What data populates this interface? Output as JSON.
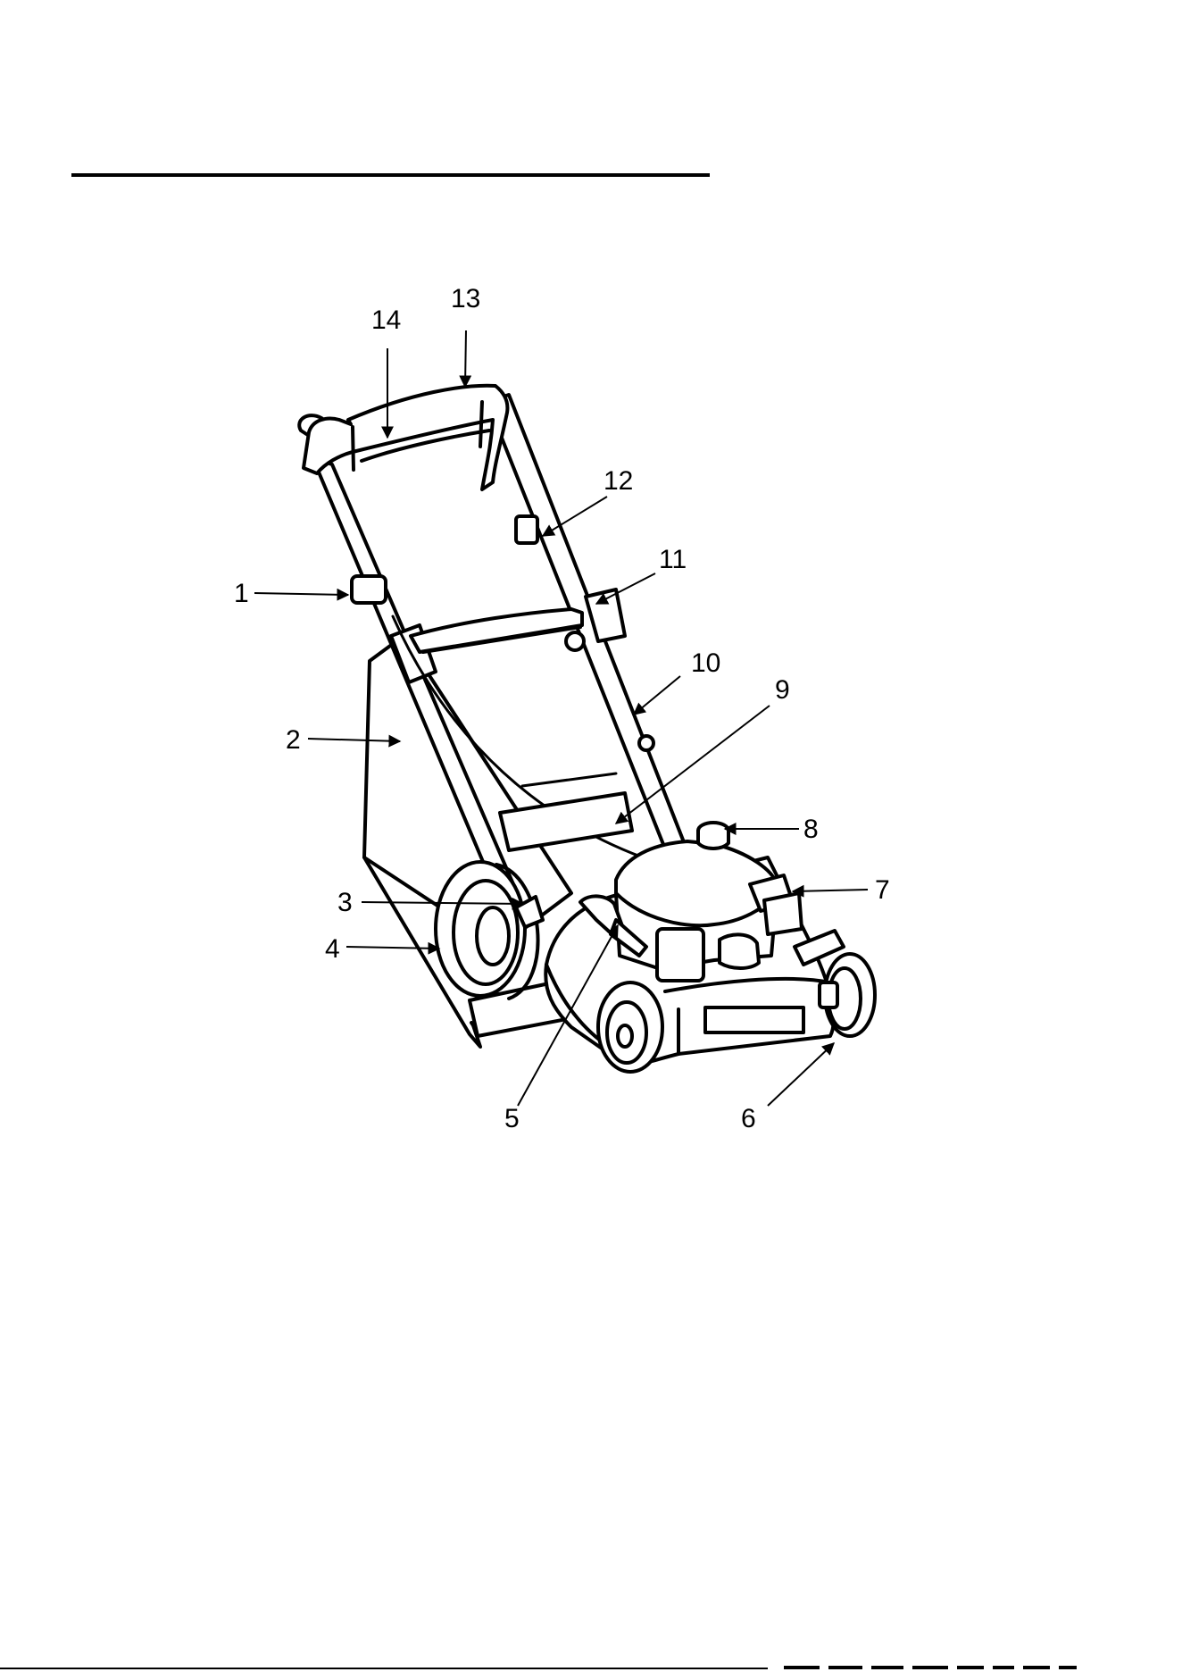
{
  "diagram": {
    "callouts": [
      {
        "id": 1,
        "label": "1"
      },
      {
        "id": 2,
        "label": "2"
      },
      {
        "id": 3,
        "label": "3"
      },
      {
        "id": 4,
        "label": "4"
      },
      {
        "id": 5,
        "label": "5"
      },
      {
        "id": 6,
        "label": "6"
      },
      {
        "id": 7,
        "label": "7"
      },
      {
        "id": 8,
        "label": "8"
      },
      {
        "id": 9,
        "label": "9"
      },
      {
        "id": 10,
        "label": "10"
      },
      {
        "id": 11,
        "label": "11"
      },
      {
        "id": 12,
        "label": "12"
      },
      {
        "id": 13,
        "label": "13"
      },
      {
        "id": 14,
        "label": "14"
      }
    ]
  },
  "colors": {
    "ink": "#000000",
    "paper": "#ffffff"
  }
}
